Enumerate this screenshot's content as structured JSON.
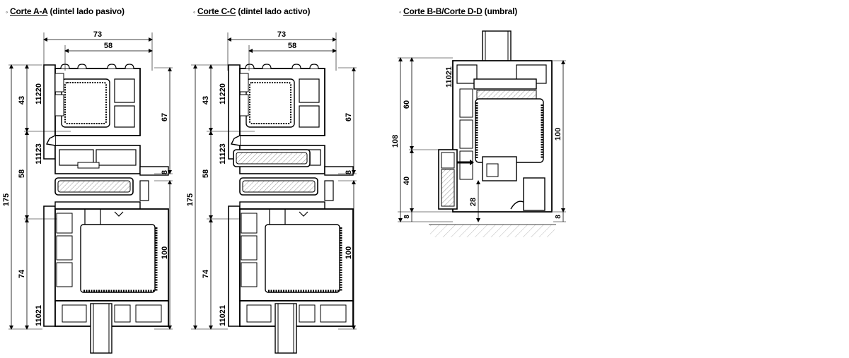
{
  "sections": [
    {
      "bullet": "◦",
      "name": "Corte A-A",
      "desc": " (dintel lado pasivo)",
      "dims": {
        "overall_w": "73",
        "inner_w": "58",
        "total_h": "175",
        "top": "43",
        "mid": "58",
        "bot": "74",
        "right_top": "67",
        "right_mid": "8",
        "right_bot": "100"
      },
      "labels": {
        "profile_top": "11220",
        "profile_mid": "11123",
        "profile_bot": "11021"
      }
    },
    {
      "bullet": "◦",
      "name": "Corte C-C",
      "desc": " (dintel lado activo)",
      "dims": {
        "overall_w": "73",
        "inner_w": "58",
        "total_h": "175",
        "top": "43",
        "mid": "58",
        "bot": "74",
        "right_top": "67",
        "right_mid": "8",
        "right_bot": "100"
      },
      "labels": {
        "profile_top": "11220",
        "profile_mid": "11123",
        "profile_bot": "11021"
      }
    },
    {
      "bullet": "◦",
      "name": "Corte B-B/Corte D-D",
      "desc": " (umbral)",
      "dims": {
        "total_h": "108",
        "top": "60",
        "mid": "40",
        "bot": "8",
        "sill": "28",
        "right_h": "100",
        "right_bot": "8"
      },
      "labels": {
        "profile_top": "11021"
      }
    }
  ]
}
